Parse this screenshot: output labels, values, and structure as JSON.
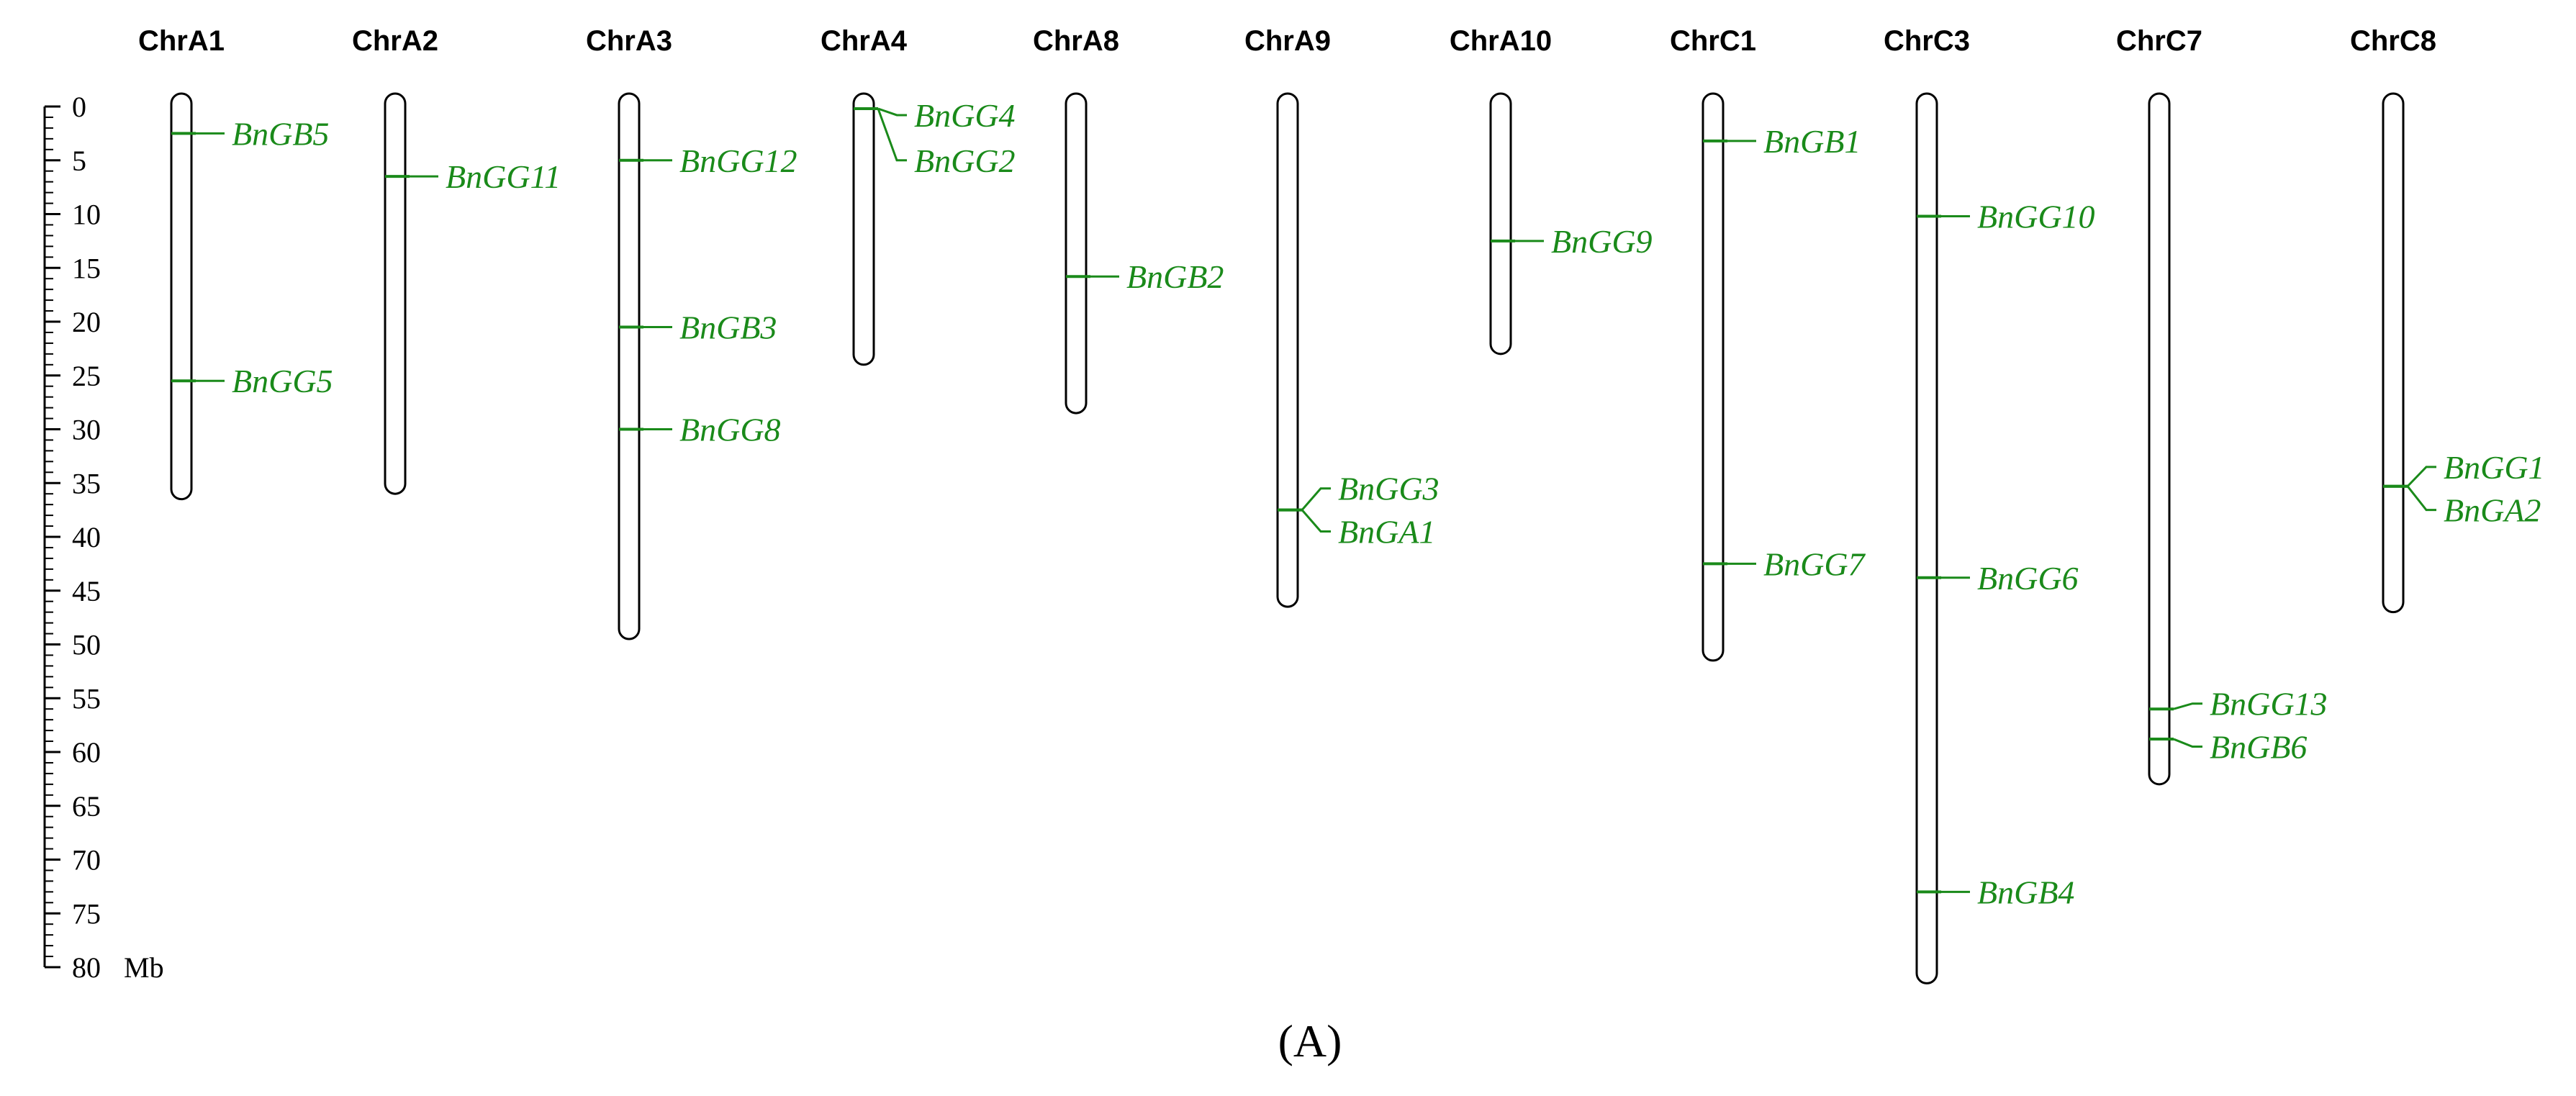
{
  "figure": {
    "caption": "(A)",
    "scale": {
      "unit": "Mb",
      "min": 0,
      "max": 80,
      "major_ticks": [
        0,
        5,
        10,
        15,
        20,
        25,
        30,
        35,
        40,
        45,
        50,
        55,
        60,
        65,
        70,
        75,
        80
      ]
    },
    "gene_color": "#1a8a1a",
    "chromosomes": [
      {
        "name": "ChrA1",
        "length_mb": 36.5,
        "genes": [
          {
            "name": "BnGB5",
            "pos": 2.5
          },
          {
            "name": "BnGG5",
            "pos": 25.5
          }
        ]
      },
      {
        "name": "ChrA2",
        "length_mb": 36.0,
        "genes": [
          {
            "name": "BnGG11",
            "pos": 6.5
          }
        ]
      },
      {
        "name": "ChrA3",
        "length_mb": 49.5,
        "genes": [
          {
            "name": "BnGG12",
            "pos": 5.0
          },
          {
            "name": "BnGB3",
            "pos": 20.5
          },
          {
            "name": "BnGG8",
            "pos": 30.0
          }
        ]
      },
      {
        "name": "ChrA4",
        "length_mb": 24.0,
        "genes": [
          {
            "name": "BnGG4",
            "pos": 0.2,
            "label_pos": 0.8
          },
          {
            "name": "BnGG2",
            "pos": 0.2,
            "label_pos": 5.0
          }
        ]
      },
      {
        "name": "ChrA8",
        "length_mb": 28.5,
        "genes": [
          {
            "name": "BnGB2",
            "pos": 15.8
          }
        ]
      },
      {
        "name": "ChrA9",
        "length_mb": 46.5,
        "genes": [
          {
            "name": "BnGG3",
            "pos": 37.5,
            "label_pos": 35.5
          },
          {
            "name": "BnGA1",
            "pos": 37.5,
            "label_pos": 39.5
          }
        ]
      },
      {
        "name": "ChrA10",
        "length_mb": 23.0,
        "genes": [
          {
            "name": "BnGG9",
            "pos": 12.5
          }
        ]
      },
      {
        "name": "ChrC1",
        "length_mb": 51.5,
        "genes": [
          {
            "name": "BnGB1",
            "pos": 3.2
          },
          {
            "name": "BnGG7",
            "pos": 42.5
          }
        ]
      },
      {
        "name": "ChrC3",
        "length_mb": 81.5,
        "genes": [
          {
            "name": "BnGG10",
            "pos": 10.2
          },
          {
            "name": "BnGG6",
            "pos": 43.8
          },
          {
            "name": "BnGB4",
            "pos": 73.0
          }
        ]
      },
      {
        "name": "ChrC7",
        "length_mb": 63.0,
        "genes": [
          {
            "name": "BnGG13",
            "pos": 56.0,
            "label_pos": 55.5
          },
          {
            "name": "BnGB6",
            "pos": 58.8,
            "label_pos": 59.5
          }
        ]
      },
      {
        "name": "ChrC8",
        "length_mb": 47.0,
        "genes": [
          {
            "name": "BnGG1",
            "pos": 35.3,
            "label_pos": 33.5
          },
          {
            "name": "BnGA2",
            "pos": 35.3,
            "label_pos": 37.5
          }
        ]
      }
    ]
  }
}
